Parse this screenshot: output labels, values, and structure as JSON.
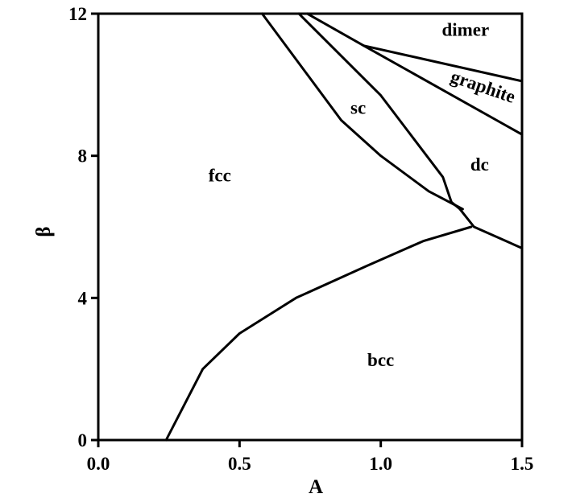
{
  "chart_data": {
    "type": "line",
    "title": "",
    "xlabel": "A",
    "ylabel": "β",
    "xlim": [
      0.0,
      1.5
    ],
    "ylim": [
      0,
      12
    ],
    "xticks": [
      0.0,
      0.5,
      1.0,
      1.5
    ],
    "xtick_labels": [
      "0.0",
      "0.5",
      "1.0",
      "1.5"
    ],
    "yticks": [
      0,
      4,
      8,
      12
    ],
    "ytick_labels": [
      "0",
      "4",
      "8",
      "12"
    ],
    "grid": false,
    "legend": "none",
    "series": [
      {
        "x": [
          0.24,
          0.37,
          0.5,
          0.7,
          0.95,
          1.15,
          1.32
        ],
        "y": [
          0,
          2.0,
          3.0,
          4.0,
          4.9,
          5.6,
          6.0
        ]
      },
      {
        "x": [
          0.58,
          0.86,
          1.0,
          1.17,
          1.29
        ],
        "y": [
          12,
          9.0,
          8.0,
          7.0,
          6.5
        ]
      },
      {
        "x": [
          0.71,
          1.0,
          1.22,
          1.25,
          1.28,
          1.33,
          1.5
        ],
        "y": [
          12,
          9.7,
          7.4,
          6.7,
          6.5,
          6.0,
          5.4
        ]
      },
      {
        "x": [
          0.74,
          0.94,
          1.5
        ],
        "y": [
          12,
          11.1,
          8.6
        ]
      },
      {
        "x": [
          0.94,
          1.5
        ],
        "y": [
          11.1,
          10.1
        ]
      }
    ],
    "annotations": [
      {
        "text": "dimer",
        "x": 1.3,
        "y": 11.5
      },
      {
        "text": "graphite",
        "x": 1.36,
        "y": 9.9,
        "rotation": 19
      },
      {
        "text": "sc",
        "x": 0.92,
        "y": 9.3
      },
      {
        "text": "dc",
        "x": 1.35,
        "y": 7.7
      },
      {
        "text": "fcc",
        "x": 0.43,
        "y": 7.4
      },
      {
        "text": "bcc",
        "x": 1.0,
        "y": 2.2
      }
    ]
  }
}
